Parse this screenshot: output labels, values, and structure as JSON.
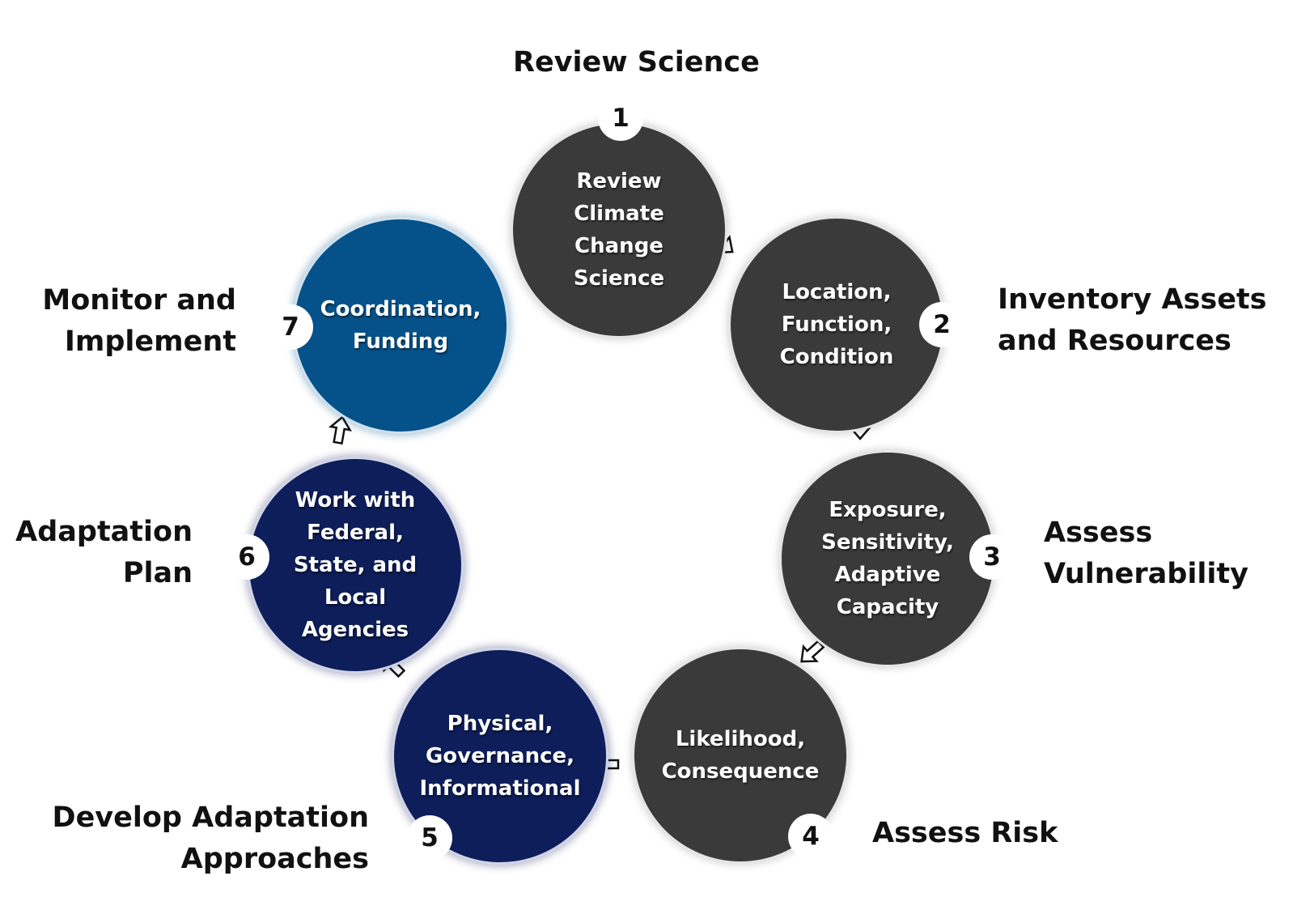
{
  "steps": [
    {
      "number": "1",
      "label": "Review Science",
      "detail": "Review\nClimate\nChange\nScience",
      "color": "#3a3a3a"
    },
    {
      "number": "2",
      "label": "Inventory Assets\nand Resources",
      "detail": "Location,\nFunction,\nCondition",
      "color": "#3a3a3a"
    },
    {
      "number": "3",
      "label": "Assess\nVulnerability",
      "detail": "Exposure,\nSensitivity,\nAdaptive\nCapacity",
      "color": "#3a3a3a"
    },
    {
      "number": "4",
      "label": "Assess Risk",
      "detail": "Likelihood,\nConsequence",
      "color": "#3a3a3a"
    },
    {
      "number": "5",
      "label": "Develop Adaptation\nApproaches",
      "detail": "Physical,\nGovernance,\nInformational",
      "color": "#0d1e5a"
    },
    {
      "number": "6",
      "label": "Adaptation\nPlan",
      "detail": "Work with\nFederal,\nState, and\nLocal\nAgencies",
      "color": "#0d1e5a"
    },
    {
      "number": "7",
      "label": "Monitor and\nImplement",
      "detail": "Coordination,\nFunding",
      "color": "#05528a"
    }
  ]
}
